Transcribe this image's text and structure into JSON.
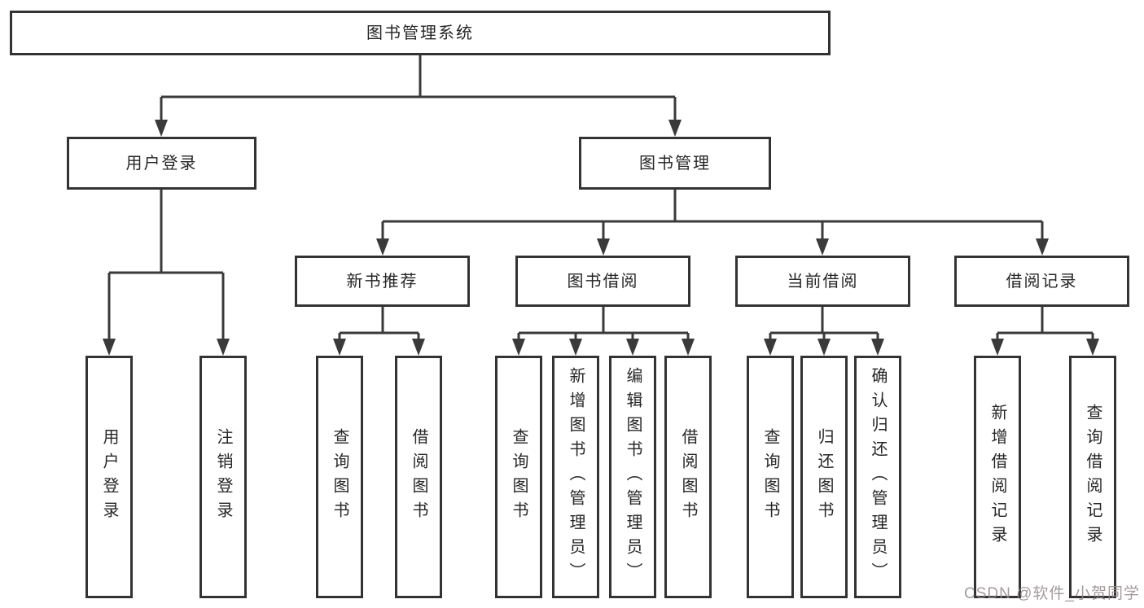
{
  "diagram": {
    "root": {
      "label": "图书管理系统"
    },
    "level2": [
      {
        "label": "用户登录"
      },
      {
        "label": "图书管理"
      }
    ],
    "level3": [
      {
        "label": "新书推荐"
      },
      {
        "label": "图书借阅"
      },
      {
        "label": "当前借阅"
      },
      {
        "label": "借阅记录"
      }
    ],
    "leaves": [
      {
        "label": "用户登录"
      },
      {
        "label": "注销登录"
      },
      {
        "label": "查询图书"
      },
      {
        "label": "借阅图书"
      },
      {
        "label": "查询图书"
      },
      {
        "label": "新增图书（管理员）"
      },
      {
        "label": "编辑图书（管理员）"
      },
      {
        "label": "借阅图书"
      },
      {
        "label": "查询图书"
      },
      {
        "label": "归还图书"
      },
      {
        "label": "确认归还（管理员）"
      },
      {
        "label": "新增借阅记录"
      },
      {
        "label": "查询借阅记录"
      }
    ]
  },
  "watermark": {
    "text": "CSDN @软件_小贺同学"
  },
  "colors": {
    "line": "#3a3a3a",
    "box_border": "#333333",
    "text": "#262626",
    "watermark": "#948a8a",
    "background": "#ffffff"
  }
}
